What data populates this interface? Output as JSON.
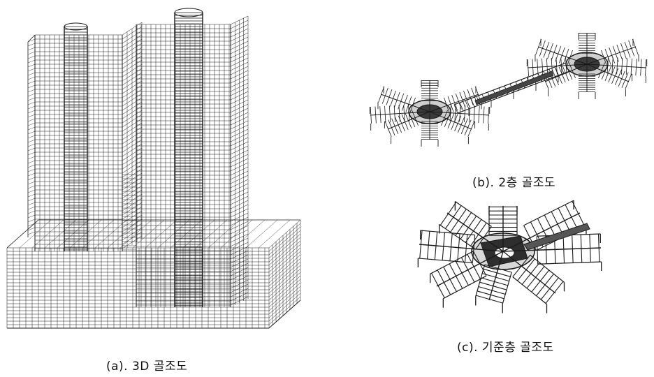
{
  "figure": {
    "captions": {
      "a": "(a). 3D 골조도",
      "b": "(b). 2층 골조도",
      "c": "(c). 기준층 골조도"
    },
    "colors": {
      "line": "#1a1a1a",
      "background": "#ffffff"
    }
  }
}
